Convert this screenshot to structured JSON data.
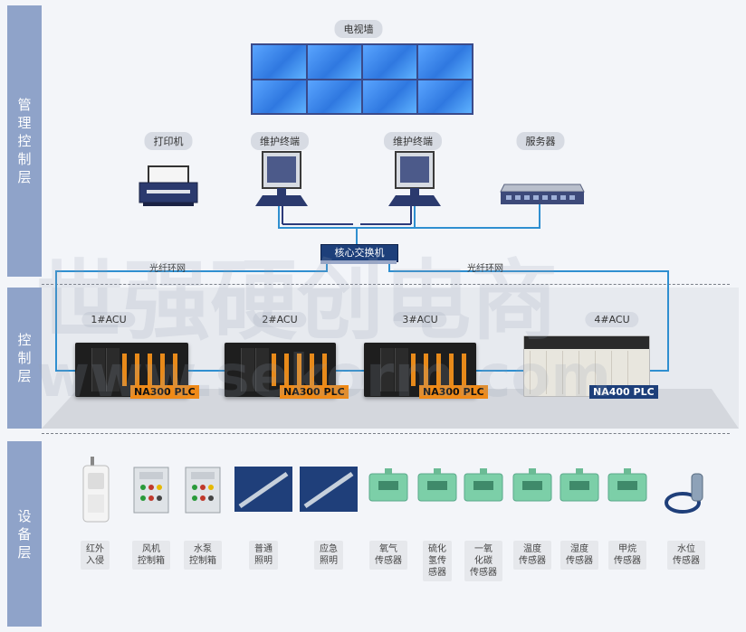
{
  "layers": {
    "management": "管理控制层",
    "control": "控制层",
    "equipment": "设备层"
  },
  "management": {
    "tv_wall": "电视墙",
    "printer": "打印机",
    "terminal_1": "维护终端",
    "terminal_2": "维护终端",
    "server": "服务器",
    "core_switch": "核心交换机"
  },
  "ring": {
    "left": "光纤环网",
    "right": "光纤环网"
  },
  "control": {
    "acu_1": "1#ACU",
    "acu_2": "2#ACU",
    "acu_3": "3#ACU",
    "acu_4": "4#ACU",
    "plc_1": "NA300 PLC",
    "plc_2": "NA300 PLC",
    "plc_3": "NA300 PLC",
    "plc_4": "NA400 PLC"
  },
  "devices": [
    {
      "label": "红外\n入侵",
      "icon": "infrared-sensor-icon"
    },
    {
      "label": "风机\n控制箱",
      "icon": "control-box-icon"
    },
    {
      "label": "水泵\n控制箱",
      "icon": "control-box-icon"
    },
    {
      "label": "普通\n照明",
      "icon": "light-tube-icon"
    },
    {
      "label": "应急\n照明",
      "icon": "light-tube-icon"
    },
    {
      "label": "氧气\n传感器",
      "icon": "gas-sensor-icon"
    },
    {
      "label": "硫化\n氢传\n感器",
      "icon": "gas-sensor-icon"
    },
    {
      "label": "一氧\n化碳\n传感器",
      "icon": "gas-sensor-icon"
    },
    {
      "label": "温度\n传感器",
      "icon": "gas-sensor-icon"
    },
    {
      "label": "湿度\n传感器",
      "icon": "gas-sensor-icon"
    },
    {
      "label": "甲烷\n传感器",
      "icon": "gas-sensor-icon"
    },
    {
      "label": "水位\n传感器",
      "icon": "water-level-sensor-icon"
    }
  ],
  "watermark": {
    "line1": "世强硬创电商",
    "line2": "www.sekorm.com"
  },
  "colors": {
    "sidebar": "#8fa3c9",
    "link_blue": "#2f8fd0",
    "plc_orange": "#ef8a18",
    "plc_navy": "#1d3f7a"
  }
}
